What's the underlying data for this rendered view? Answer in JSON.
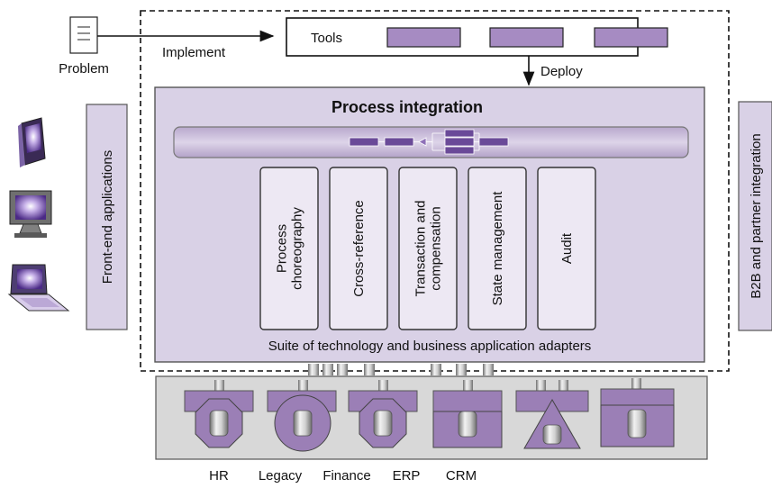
{
  "problem": {
    "label": "Problem",
    "icon": "document-icon"
  },
  "implement_label": "Implement",
  "tools": {
    "label": "Tools",
    "block_count": 3
  },
  "deploy_label": "Deploy",
  "process_integration": {
    "title": "Process integration",
    "modules": [
      "Process choreography",
      "Cross-reference",
      "Transaction and compensation",
      "State management",
      "Audit"
    ],
    "adapters_label": "Suite of technology and business application adapters"
  },
  "front_end_label": "Front-end applications",
  "b2b_label": "B2B and partner integration",
  "devices": [
    {
      "name": "pda-icon"
    },
    {
      "name": "monitor-icon"
    },
    {
      "name": "laptop-icon"
    }
  ],
  "systems": [
    "HR",
    "Legacy",
    "Finance",
    "ERP",
    "CRM"
  ],
  "colors": {
    "purple": "#9b7fb6",
    "light_purple": "#d9d1e6",
    "panel": "#d8d8d8"
  }
}
